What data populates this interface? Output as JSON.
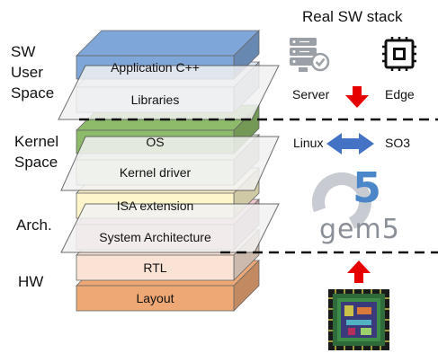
{
  "side_labels": {
    "user_space": [
      "SW",
      "User",
      "Space"
    ],
    "kernel_space": [
      "Kernel",
      "Space"
    ],
    "arch": "Arch.",
    "hw": "HW"
  },
  "layers": [
    {
      "label": "Application C++",
      "color": "#7ea6d8"
    },
    {
      "label": "Libraries",
      "color": "#dde8f6"
    },
    {
      "label": "OS",
      "color": "#8dbb6a"
    },
    {
      "label": "Kernel driver",
      "color": "#e1edd6"
    },
    {
      "label": "ISA extension",
      "color": "#fef5cb"
    },
    {
      "label": "System Architecture",
      "color": "#f2c9cf"
    },
    {
      "label": "RTL",
      "color": "#fae3d4"
    },
    {
      "label": "Layout",
      "color": "#eea876"
    }
  ],
  "real_sw_stack": {
    "title": "Real SW stack",
    "server_label": "Server",
    "edge_label": "Edge",
    "server_icon": "server-icon",
    "edge_icon": "chip-icon",
    "linux_label": "Linux",
    "so3_label": "SO3",
    "arrow_color": "#e60000",
    "double_arrow_color": "#4472c4"
  },
  "gem5": {
    "text": "gem5",
    "icon": "gem5-logo"
  },
  "layout_image": {
    "icon": "chip-layout-icon"
  }
}
